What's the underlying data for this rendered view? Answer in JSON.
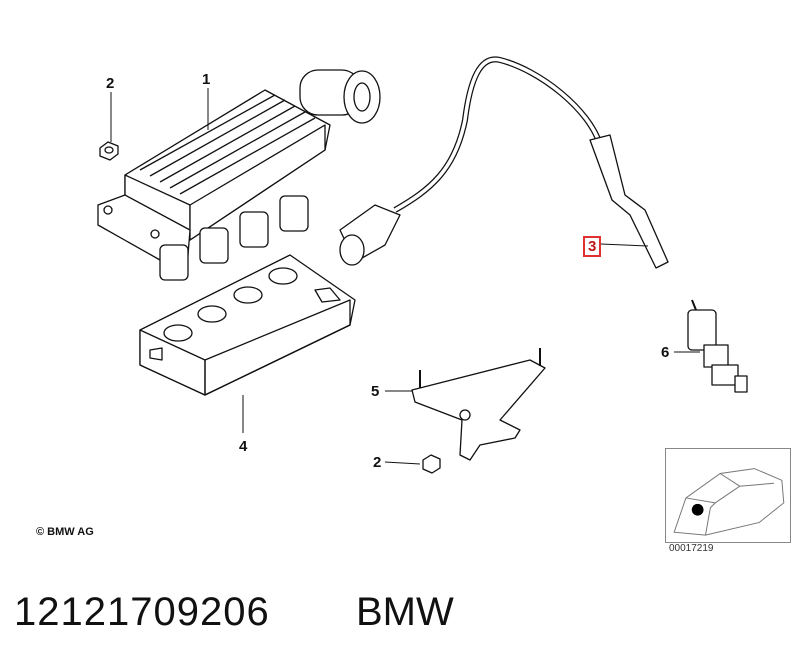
{
  "callouts": {
    "c1": "1",
    "c2a": "2",
    "c2b": "2",
    "c3": "3",
    "c4": "4",
    "c5": "5",
    "c6": "6"
  },
  "copyright": "© BMW AG",
  "reference_code": "00017219",
  "footer": {
    "part_number": "12121709206",
    "brand": "BMW"
  },
  "colors": {
    "highlight": "#e03030",
    "line": "#111111"
  }
}
